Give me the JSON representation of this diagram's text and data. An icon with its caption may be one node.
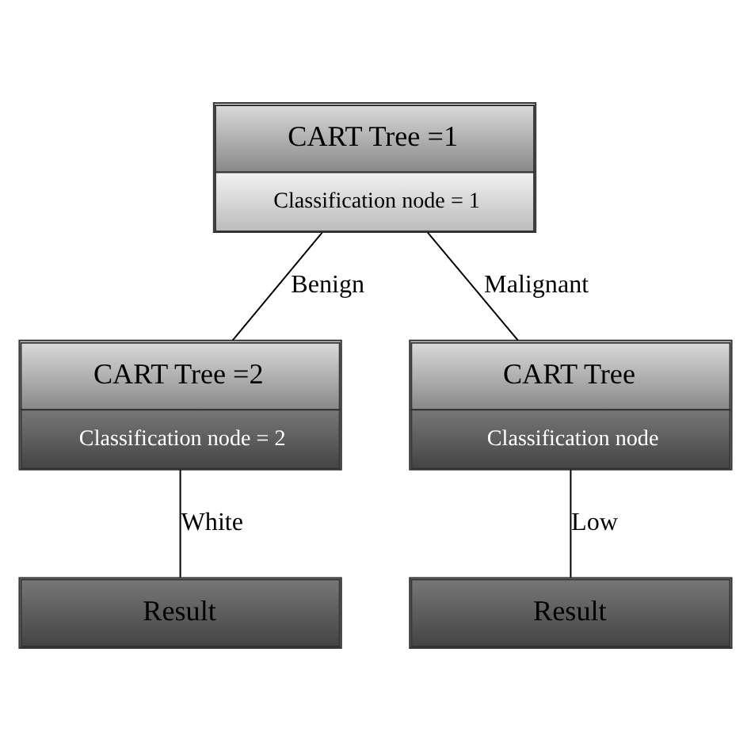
{
  "diagram": {
    "nodes": [
      {
        "text": [
          "CART Tree =1",
          "Classification node = 1"
        ]
      },
      {
        "text": [
          "CART Tree =2",
          "Classification node = 2"
        ]
      },
      {
        "text": [
          "CART Tree",
          "Classification node"
        ]
      },
      {
        "text": [
          "Result"
        ]
      },
      {
        "text": [
          "Result"
        ]
      }
    ],
    "edges": [
      {
        "from": 0,
        "to": 1,
        "arrow": "none",
        "label": "Benign"
      },
      {
        "from": 0,
        "to": 2,
        "arrow": "none",
        "label": "Malignant"
      },
      {
        "from": 1,
        "to": 3,
        "arrow": "none",
        "label": "White"
      },
      {
        "from": 2,
        "to": 4,
        "arrow": "none",
        "label": "Low"
      }
    ]
  }
}
